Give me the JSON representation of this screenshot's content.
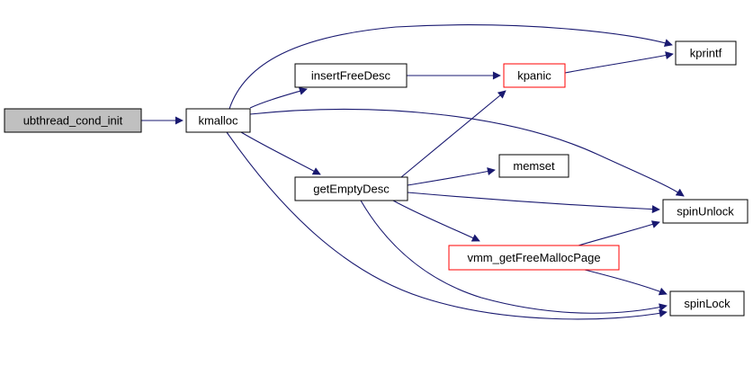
{
  "diagram": {
    "type": "call-graph",
    "root_function": "ubthread_cond_init",
    "colors": {
      "edge": "#191970",
      "node_border": "#000000",
      "node_fill": "#ffffff",
      "highlight_border": "#ff0000",
      "root_fill": "#c0c0c0",
      "text": "#000000",
      "background": "#ffffff"
    },
    "nodes": [
      {
        "id": "ubthread_cond_init",
        "label": "ubthread_cond_init",
        "style": "root"
      },
      {
        "id": "kmalloc",
        "label": "kmalloc",
        "style": "normal"
      },
      {
        "id": "insertFreeDesc",
        "label": "insertFreeDesc",
        "style": "normal"
      },
      {
        "id": "kpanic",
        "label": "kpanic",
        "style": "highlight"
      },
      {
        "id": "kprintf",
        "label": "kprintf",
        "style": "normal"
      },
      {
        "id": "getEmptyDesc",
        "label": "getEmptyDesc",
        "style": "normal"
      },
      {
        "id": "memset",
        "label": "memset",
        "style": "normal"
      },
      {
        "id": "spinUnlock",
        "label": "spinUnlock",
        "style": "normal"
      },
      {
        "id": "vmm_getFreeMallocPage",
        "label": "vmm_getFreeMallocPage",
        "style": "highlight"
      },
      {
        "id": "spinLock",
        "label": "spinLock",
        "style": "normal"
      }
    ],
    "edges": [
      {
        "from": "ubthread_cond_init",
        "to": "kmalloc"
      },
      {
        "from": "kmalloc",
        "to": "insertFreeDesc"
      },
      {
        "from": "kmalloc",
        "to": "kprintf"
      },
      {
        "from": "kmalloc",
        "to": "getEmptyDesc"
      },
      {
        "from": "kmalloc",
        "to": "spinUnlock"
      },
      {
        "from": "kmalloc",
        "to": "spinLock"
      },
      {
        "from": "insertFreeDesc",
        "to": "kpanic"
      },
      {
        "from": "kpanic",
        "to": "kprintf"
      },
      {
        "from": "getEmptyDesc",
        "to": "kpanic"
      },
      {
        "from": "getEmptyDesc",
        "to": "memset"
      },
      {
        "from": "getEmptyDesc",
        "to": "spinUnlock"
      },
      {
        "from": "getEmptyDesc",
        "to": "vmm_getFreeMallocPage"
      },
      {
        "from": "getEmptyDesc",
        "to": "spinLock"
      },
      {
        "from": "vmm_getFreeMallocPage",
        "to": "spinUnlock"
      },
      {
        "from": "vmm_getFreeMallocPage",
        "to": "spinLock"
      }
    ]
  }
}
